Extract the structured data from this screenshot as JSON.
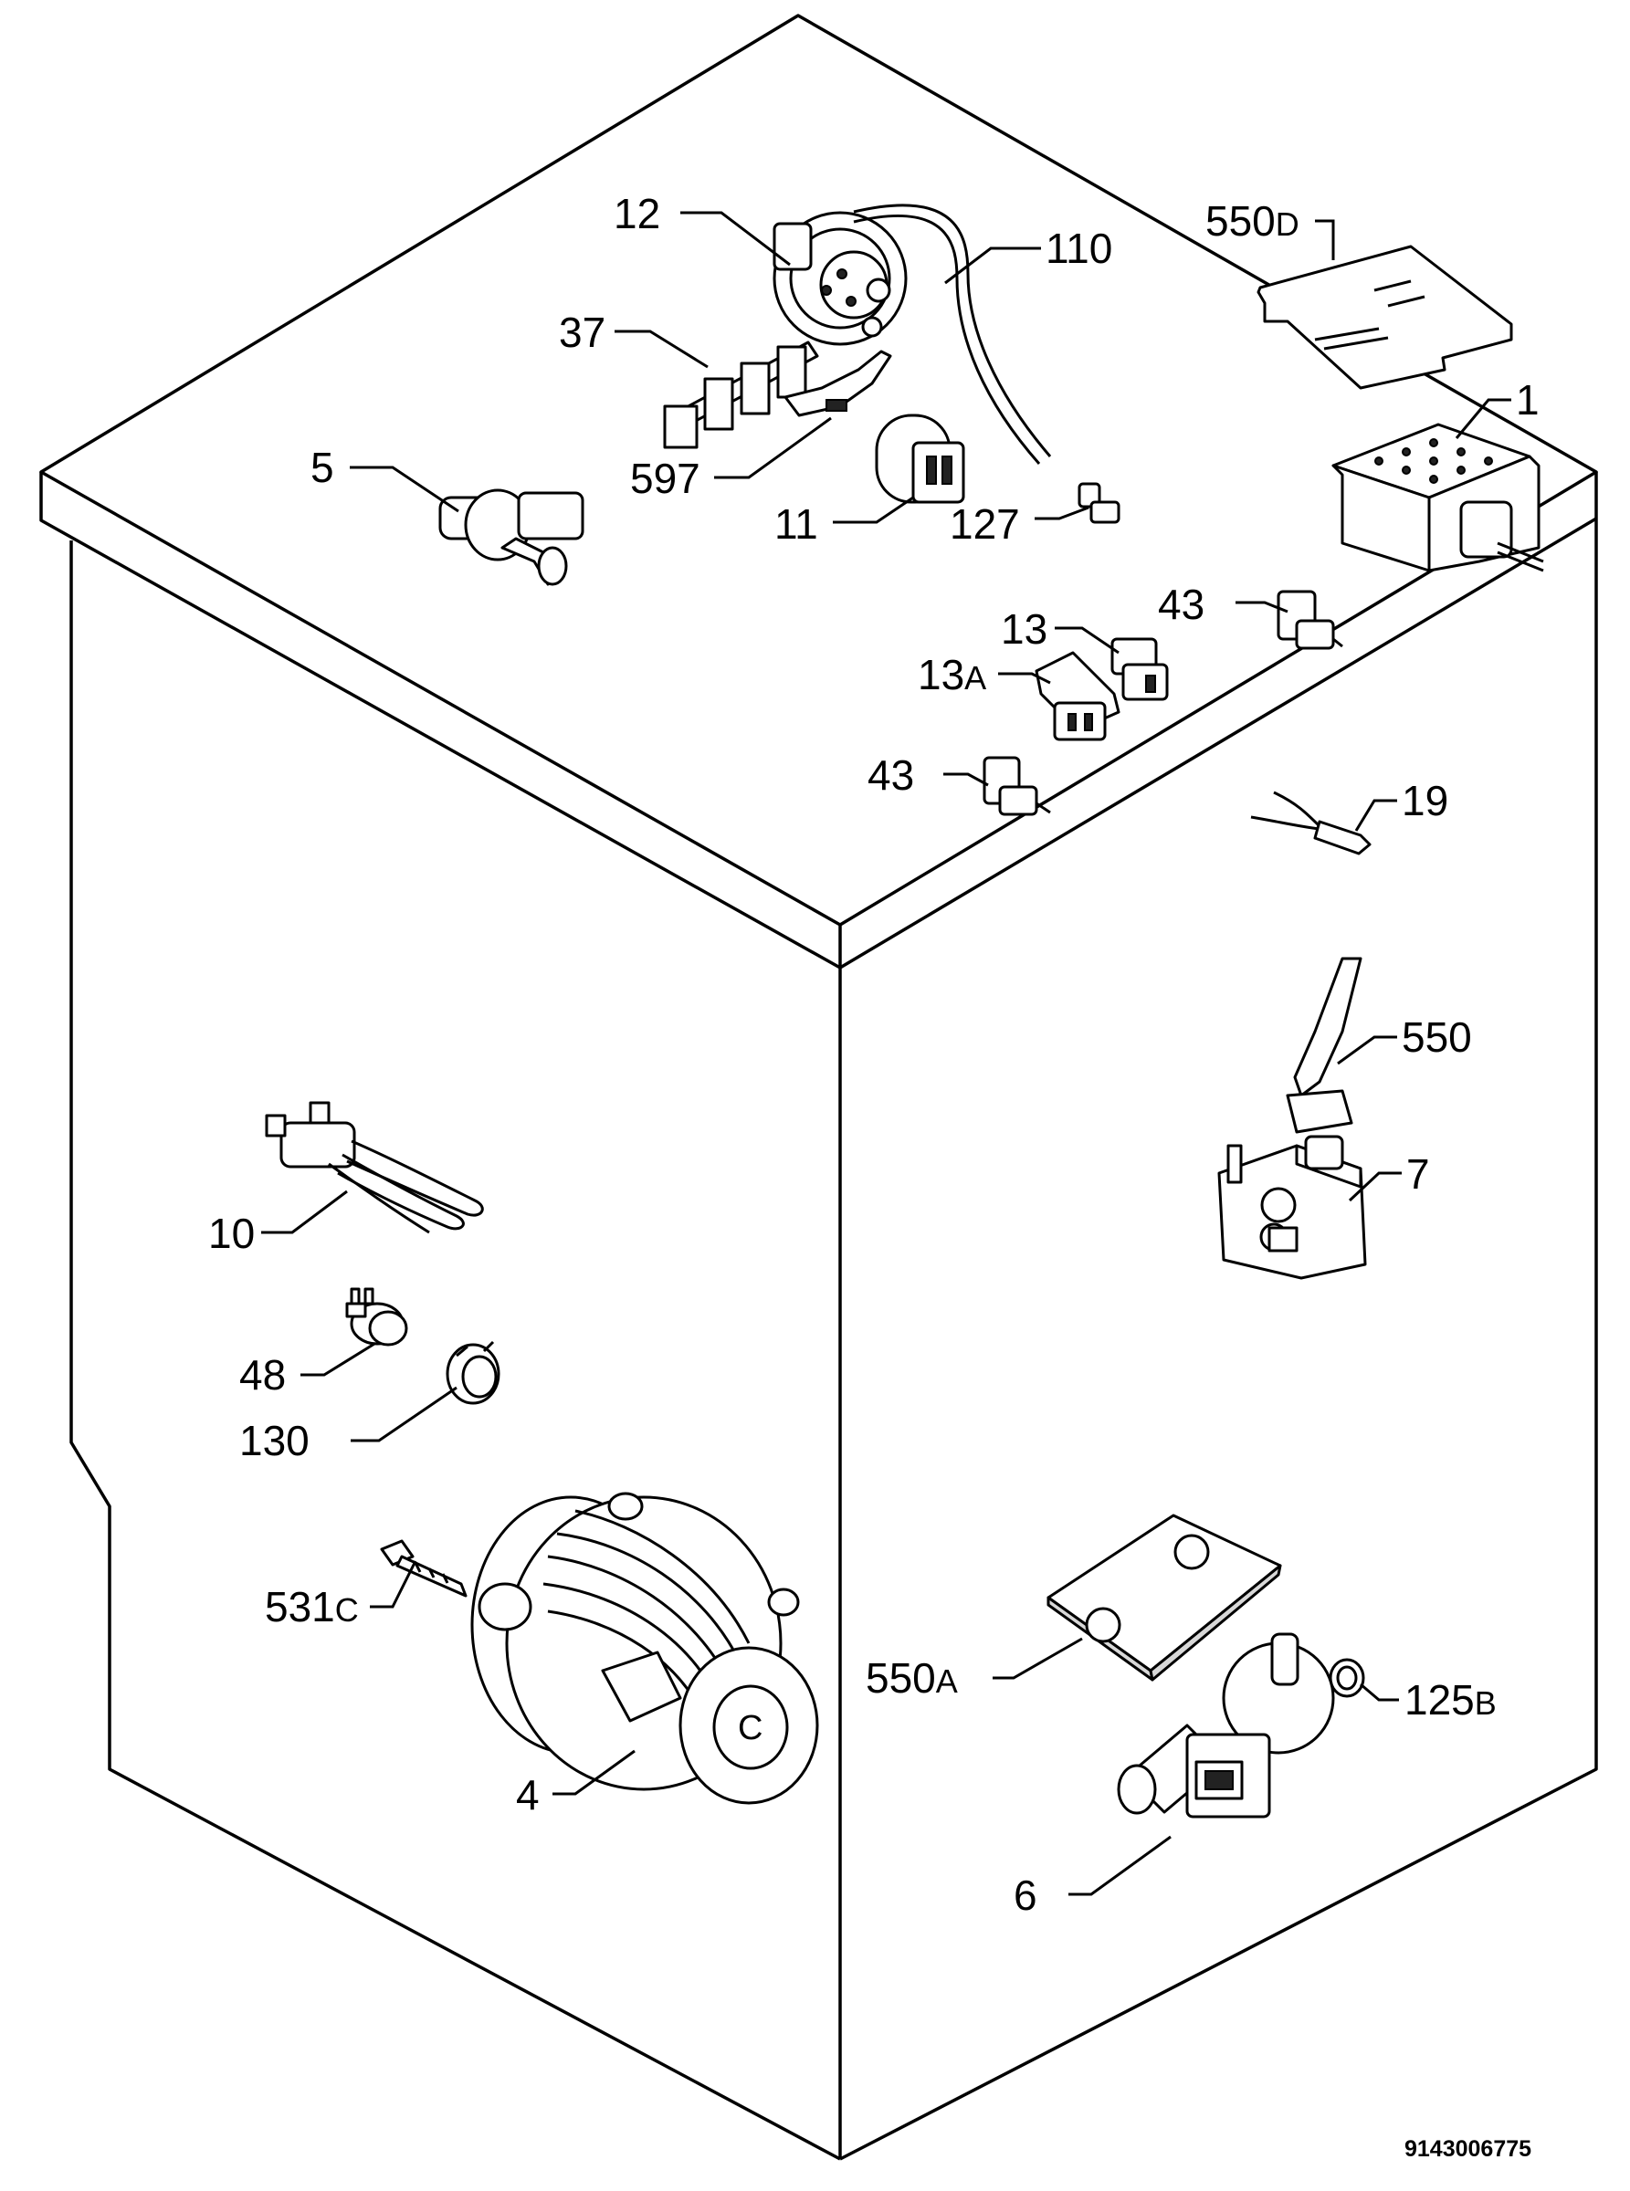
{
  "diagram": {
    "drawing_code": "9143006775",
    "parts": [
      {
        "id": "12",
        "label": "12"
      },
      {
        "id": "110",
        "label": "110"
      },
      {
        "id": "550d",
        "label": "550",
        "suffix": "D"
      },
      {
        "id": "37",
        "label": "37"
      },
      {
        "id": "1",
        "label": "1"
      },
      {
        "id": "5",
        "label": "5"
      },
      {
        "id": "597",
        "label": "597"
      },
      {
        "id": "11",
        "label": "11"
      },
      {
        "id": "127",
        "label": "127"
      },
      {
        "id": "13",
        "label": "13"
      },
      {
        "id": "13a",
        "label": "13",
        "suffix": "A"
      },
      {
        "id": "43a",
        "label": "43"
      },
      {
        "id": "43b",
        "label": "43"
      },
      {
        "id": "19",
        "label": "19"
      },
      {
        "id": "550",
        "label": "550"
      },
      {
        "id": "7",
        "label": "7"
      },
      {
        "id": "10",
        "label": "10"
      },
      {
        "id": "48",
        "label": "48"
      },
      {
        "id": "130",
        "label": "130"
      },
      {
        "id": "531c",
        "label": "531",
        "suffix": "C"
      },
      {
        "id": "550a",
        "label": "550",
        "suffix": "A"
      },
      {
        "id": "125b",
        "label": "125",
        "suffix": "B"
      },
      {
        "id": "4",
        "label": "4"
      },
      {
        "id": "6",
        "label": "6"
      }
    ]
  }
}
